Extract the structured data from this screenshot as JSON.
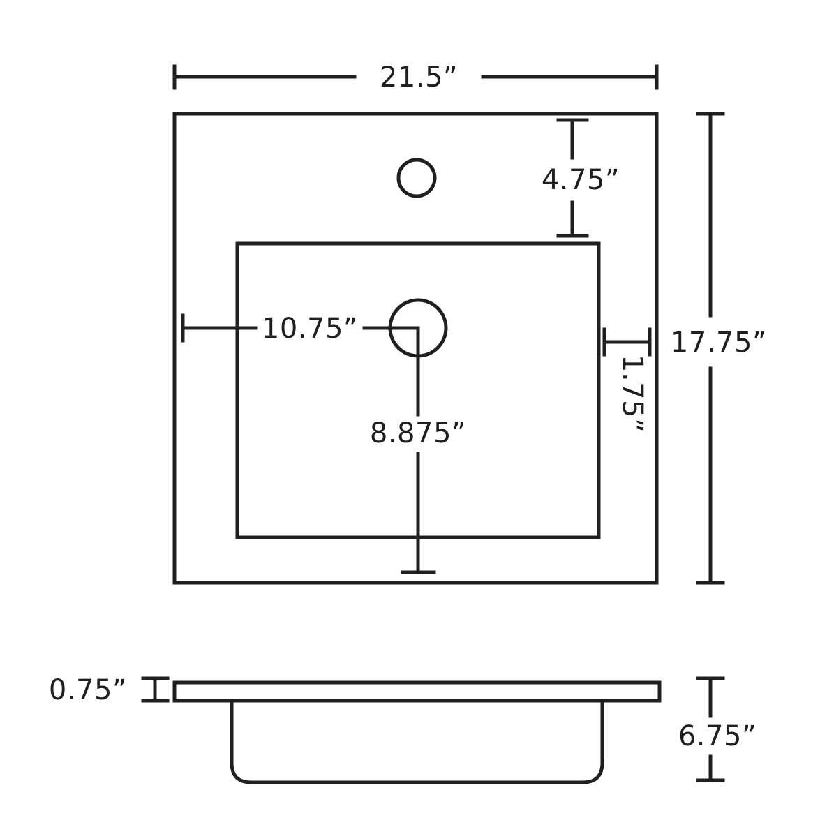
{
  "diagram": {
    "name": "sink-dimension-drawing",
    "line_color": "#1f1f1f",
    "background": "#ffffff",
    "views": {
      "top_view": "plan view with faucet hole and drain hole",
      "side_view": "front section showing deck thickness and basin depth"
    },
    "dimensions": {
      "top_width": "21.5”",
      "overall_depth": "17.75”",
      "faucet_setback": "4.75”",
      "drain_from_left": "10.75”",
      "rim_gap": "1.75”",
      "drain_from_front": "8.875”",
      "deck_thickness": "0.75”",
      "overall_height": "6.75”"
    }
  }
}
